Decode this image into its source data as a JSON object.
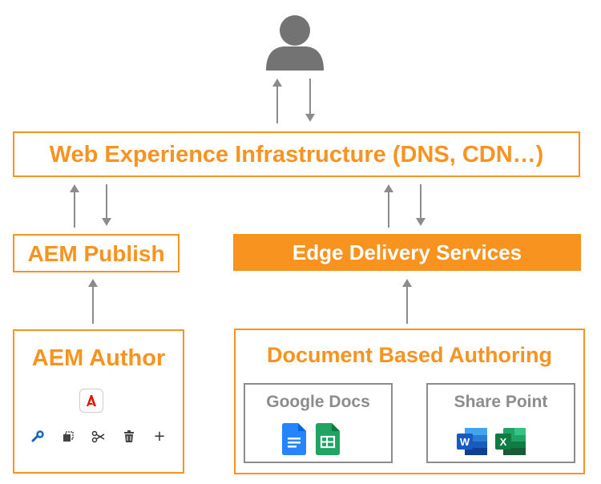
{
  "user": {
    "icon": "person-icon"
  },
  "infrastructure": {
    "label": "Web Experience Infrastructure (DNS, CDN…)"
  },
  "publish": {
    "label": "AEM Publish"
  },
  "edge": {
    "label": "Edge Delivery Services"
  },
  "author": {
    "label": "AEM Author",
    "icons": [
      "adobe-logo-icon",
      "wrench-icon",
      "copy-icon",
      "scissors-icon",
      "trash-icon",
      "plus-icon"
    ],
    "plus_glyph": "+"
  },
  "doc_authoring": {
    "label": "Document Based Authoring",
    "google": {
      "label": "Google Docs",
      "icons": [
        "google-docs-icon",
        "google-sheets-icon"
      ]
    },
    "sharepoint": {
      "label": "Share Point",
      "icons": [
        "word-icon",
        "excel-icon"
      ]
    }
  },
  "colors": {
    "accent": "#f7931e",
    "gray": "#8c8c8c",
    "arrow": "#8c8c8c"
  }
}
